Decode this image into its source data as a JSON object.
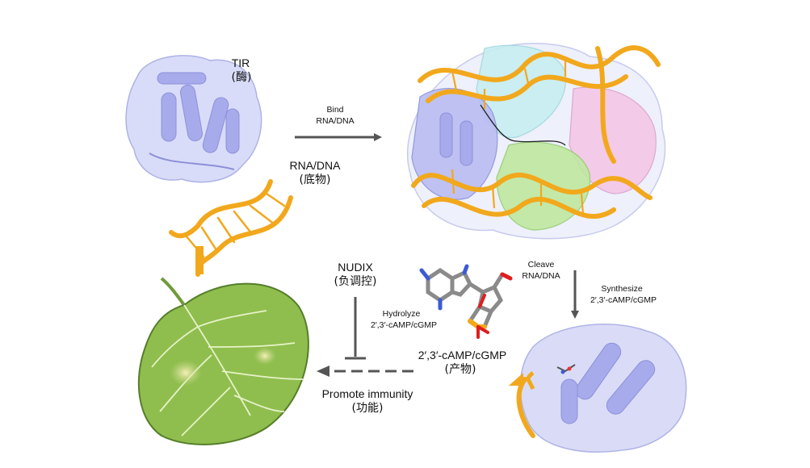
{
  "labels": {
    "tir": "TIR",
    "tir_cn": "(酶)",
    "substrate": "RNA/DNA",
    "substrate_cn": "(底物)",
    "bind_1": "Bind",
    "bind_2": "RNA/DNA",
    "cleave_1": "Cleave",
    "cleave_2": "RNA/DNA",
    "synth_1": "Synthesize",
    "synth_2": "2′,3′-cAMP/cGMP",
    "nudix": "NUDIX",
    "nudix_cn": "(负调控)",
    "hydro_1": "Hydrolyze",
    "hydro_2": "2′,3′-cAMP/cGMP",
    "product": "2′,3′-cAMP/cGMP",
    "product_cn": "(产物)",
    "immunity": "Promote immunity",
    "immunity_cn": "(功能)"
  },
  "colors": {
    "protein_blue": "#b9bdf2",
    "protein_blue_dark": "#8c90d8",
    "dna_orange": "#f2a81c",
    "cyan": "#c7eef2",
    "pink": "#f4c6e6",
    "green": "#bfe8a0",
    "leaf": "#8fbe4e",
    "arrow": "#555555"
  }
}
